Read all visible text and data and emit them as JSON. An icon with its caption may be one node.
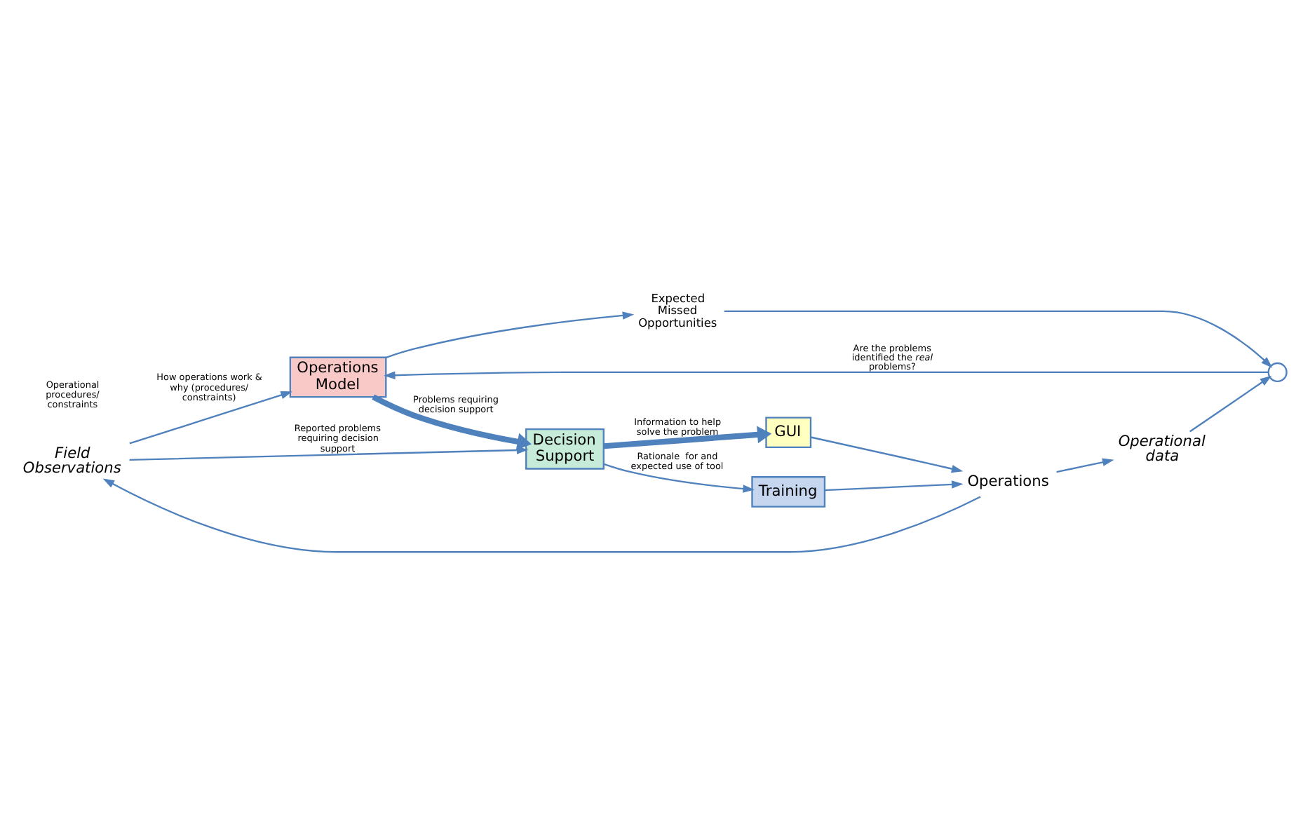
{
  "diagram": {
    "nodes": [
      {
        "text": [
          "Field Observations"
        ]
      },
      {
        "text": [
          "Operations Model"
        ]
      },
      {
        "text": [
          "Expected Missed Opportunities"
        ]
      },
      {
        "text": [],
        "shape": "circle"
      },
      {
        "text": [
          "Operational data"
        ]
      },
      {
        "text": [
          "Decision Support"
        ]
      },
      {
        "text": [
          "GUI"
        ]
      },
      {
        "text": [
          "Training"
        ]
      },
      {
        "text": [
          "Operations"
        ]
      }
    ],
    "edges": [
      {
        "from": 0,
        "to": 1,
        "arrow": "to",
        "label": "How operations work & why (procedures/ constraints)"
      },
      {
        "from": 0,
        "to": 5,
        "arrow": "to",
        "label": "Reported problems requiring decision support"
      },
      {
        "from": 1,
        "to": 2,
        "arrow": "to"
      },
      {
        "from": 1,
        "to": 5,
        "arrow": "to",
        "style": "thick",
        "label": "Problems requiring decision support"
      },
      {
        "from": 2,
        "to": 3,
        "arrow": "to"
      },
      {
        "from": 4,
        "to": 3,
        "arrow": "to"
      },
      {
        "from": 3,
        "to": 1,
        "arrow": "to",
        "label": "Are the problems identified the *real* problems?"
      },
      {
        "from": 5,
        "to": 6,
        "arrow": "to",
        "style": "thick",
        "label": "Information to help solve the problem"
      },
      {
        "from": 5,
        "to": 7,
        "arrow": "to",
        "label": "Rationale  for and expected use of tool"
      },
      {
        "from": 6,
        "to": 8,
        "arrow": "to"
      },
      {
        "from": 7,
        "to": 8,
        "arrow": "to"
      },
      {
        "from": 8,
        "to": 4,
        "arrow": "to"
      },
      {
        "from": 8,
        "to": 0,
        "arrow": "to"
      }
    ],
    "labels": [
      "Operational procedures/ constraints"
    ]
  }
}
